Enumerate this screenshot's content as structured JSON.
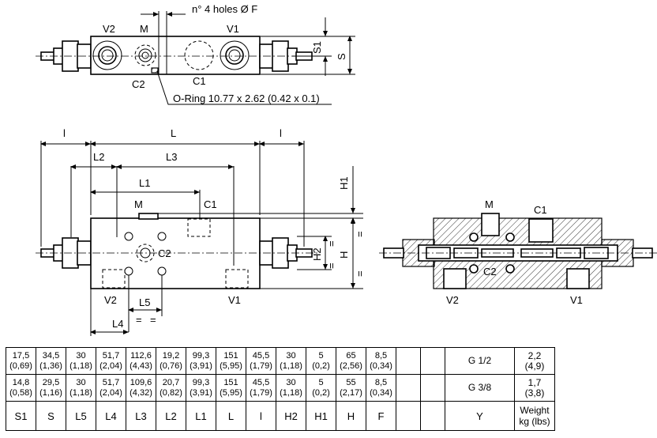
{
  "labels": {
    "holes": "n° 4 holes Ø F",
    "oring": "O-Ring 10.77 x 2.62 (0.42 x 0.1)",
    "top_v2": "V2",
    "top_m": "M",
    "top_v1": "V1",
    "top_c2": "C2",
    "top_c1": "C1",
    "top_s1": "S1",
    "top_s": "S",
    "dim_l": "l",
    "dim_L": "L",
    "dim_l_right": "l",
    "dim_L2": "L2",
    "dim_L3": "L3",
    "dim_L1": "L1",
    "dim_H1": "H1",
    "dim_H2": "H2",
    "dim_H": "H",
    "eq": "=",
    "front_m": "M",
    "front_c1": "C1",
    "front_c2": "C2",
    "front_v2": "V2",
    "front_v1": "V1",
    "dim_L5": "L5",
    "dim_L4": "L4",
    "sec_m": "M",
    "sec_c1": "C1",
    "sec_c2": "C2",
    "sec_v2": "V2",
    "sec_v1": "V1"
  },
  "table": {
    "rows": [
      {
        "cells": [
          [
            "17,5",
            "(0,69)"
          ],
          [
            "34,5",
            "(1,36)"
          ],
          [
            "30",
            "(1,18)"
          ],
          [
            "51,7",
            "(2,04)"
          ],
          [
            "112,6",
            "(4,43)"
          ],
          [
            "19,2",
            "(0,76)"
          ],
          [
            "99,3",
            "(3,91)"
          ],
          [
            "151",
            "(5,95)"
          ],
          [
            "45,5",
            "(1,79)"
          ],
          [
            "30",
            "(1,18)"
          ],
          [
            "5",
            "(0,2)"
          ],
          [
            "65",
            "(2,56)"
          ],
          [
            "8,5",
            "(0,34)"
          ]
        ],
        "thread": "G 1/2",
        "weight": [
          "2,2",
          "(4,9)"
        ]
      },
      {
        "cells": [
          [
            "14,8",
            "(0,58)"
          ],
          [
            "29,5",
            "(1,16)"
          ],
          [
            "30",
            "(1,18)"
          ],
          [
            "51,7",
            "(2,04)"
          ],
          [
            "109,6",
            "(4,32)"
          ],
          [
            "20,7",
            "(0,82)"
          ],
          [
            "99,3",
            "(3,91)"
          ],
          [
            "151",
            "(5,95)"
          ],
          [
            "45,5",
            "(1,79)"
          ],
          [
            "30",
            "(1,18)"
          ],
          [
            "5",
            "(0,2)"
          ],
          [
            "55",
            "(2,17)"
          ],
          [
            "8,5",
            "(0,34)"
          ]
        ],
        "thread": "G 3/8",
        "weight": [
          "1,7",
          "(3,8)"
        ]
      }
    ],
    "headers": [
      "S1",
      "S",
      "L5",
      "L4",
      "L3",
      "L2",
      "L1",
      "L",
      "l",
      "H2",
      "H1",
      "H",
      "F"
    ],
    "header_thread": "Y",
    "header_weight": [
      "Weight",
      "kg (lbs)"
    ]
  }
}
